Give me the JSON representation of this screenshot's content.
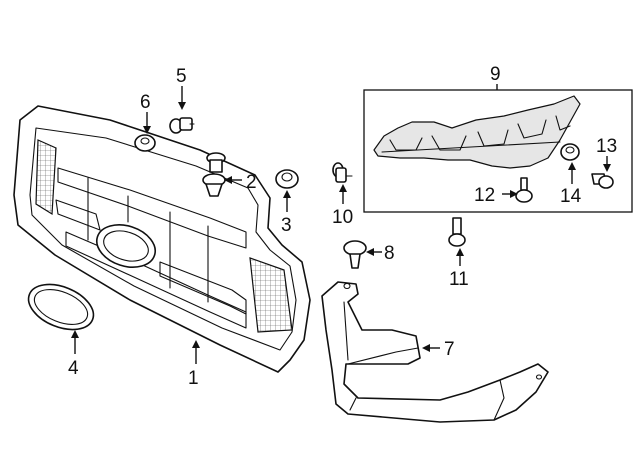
{
  "callouts": [
    {
      "id": "c1",
      "text": "1"
    },
    {
      "id": "c2",
      "text": "2"
    },
    {
      "id": "c3",
      "text": "3"
    },
    {
      "id": "c4",
      "text": "4"
    },
    {
      "id": "c5",
      "text": "5"
    },
    {
      "id": "c6",
      "text": "6"
    },
    {
      "id": "c7",
      "text": "7"
    },
    {
      "id": "c8",
      "text": "8"
    },
    {
      "id": "c9",
      "text": "9"
    },
    {
      "id": "c10",
      "text": "10"
    },
    {
      "id": "c11",
      "text": "11"
    },
    {
      "id": "c12",
      "text": "12"
    },
    {
      "id": "c13",
      "text": "13"
    },
    {
      "id": "c14",
      "text": "14"
    }
  ],
  "colors": {
    "line": "#111111",
    "background": "#ffffff",
    "shade": "#e6e6e6"
  }
}
